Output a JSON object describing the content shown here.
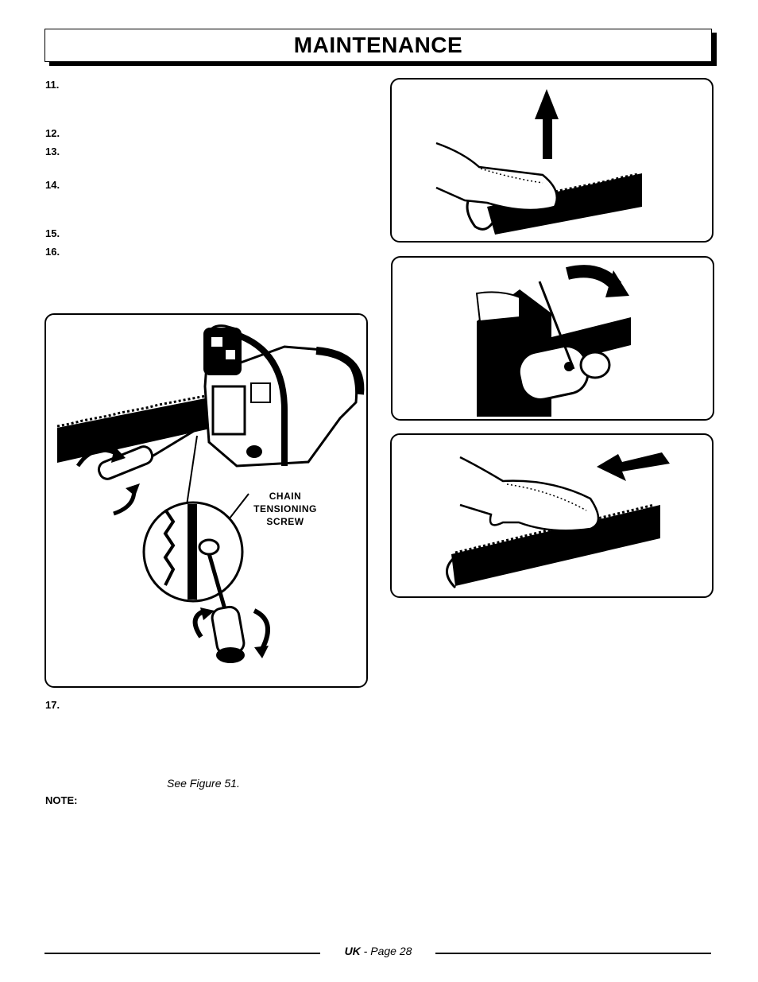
{
  "header": {
    "title": "MAINTENANCE"
  },
  "steps": [
    {
      "num": "11."
    },
    {
      "num": "12."
    },
    {
      "num": "13."
    },
    {
      "num": "14."
    },
    {
      "num": "15."
    },
    {
      "num": "16."
    },
    {
      "num": "17."
    }
  ],
  "reference": "See Figure 51.",
  "note_label": "NOTE:",
  "callout": {
    "line1": "CHAIN",
    "line2": "TENSIONING",
    "line3": "SCREW"
  },
  "footer": {
    "region": "UK",
    "separator": " - ",
    "page": "Page 28"
  }
}
